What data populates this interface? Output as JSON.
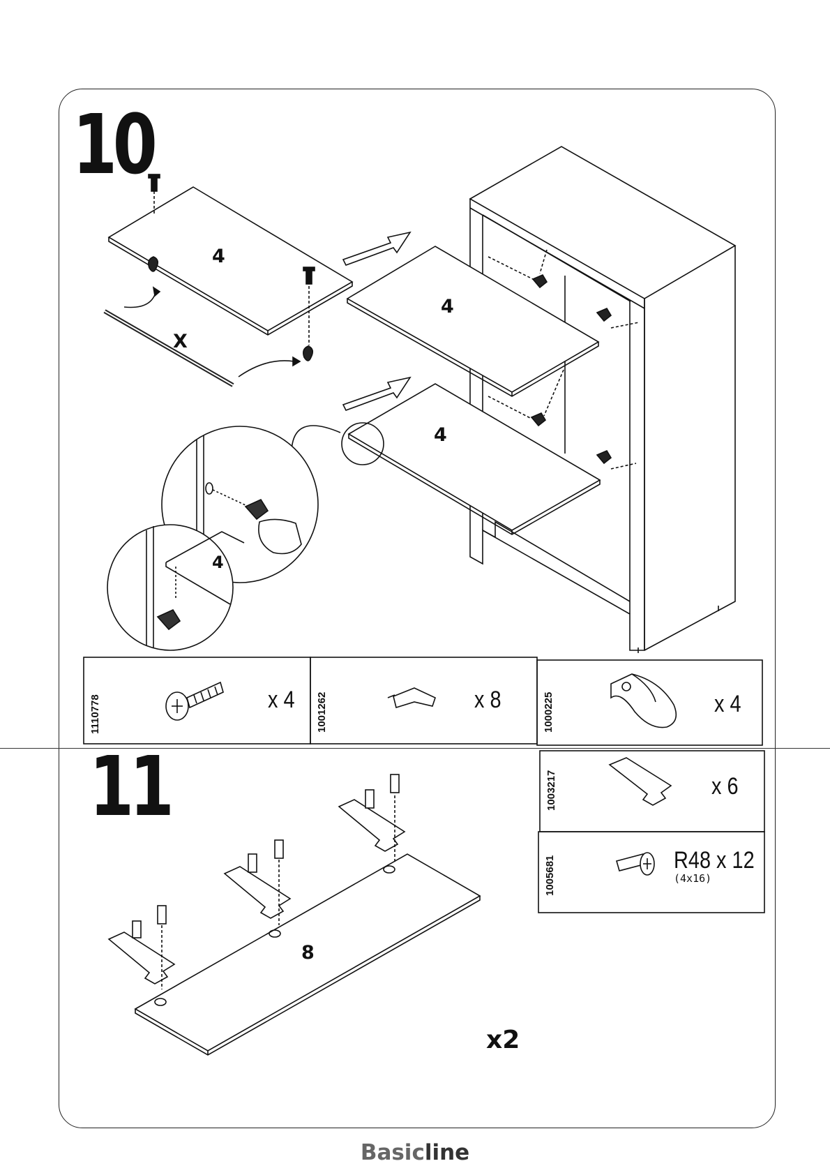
{
  "steps": {
    "step10": "10",
    "step11": "11"
  },
  "panel_labels": {
    "shelf_top_left": "4",
    "connector_x": "X",
    "shelf_upper": "4",
    "shelf_lower": "4",
    "detail_shelf": "4",
    "door": "8"
  },
  "parts_step10": [
    {
      "code": "1110778",
      "qty": "x 4",
      "icon": "screw-icon"
    },
    {
      "code": "1001262",
      "qty": "x 8",
      "icon": "shelf-support-icon"
    },
    {
      "code": "1000225",
      "qty": "x 4",
      "icon": "handle-clip-icon"
    }
  ],
  "parts_step11": [
    {
      "code": "1003217",
      "qty": "x 6",
      "icon": "hinge-icon"
    },
    {
      "code": "1005681",
      "qty": "R48 x 12",
      "sub": "(4x16)",
      "icon": "wood-screw-icon"
    }
  ],
  "multiplier": "x2",
  "brand": {
    "part1": "Basic",
    "part2": "line"
  }
}
